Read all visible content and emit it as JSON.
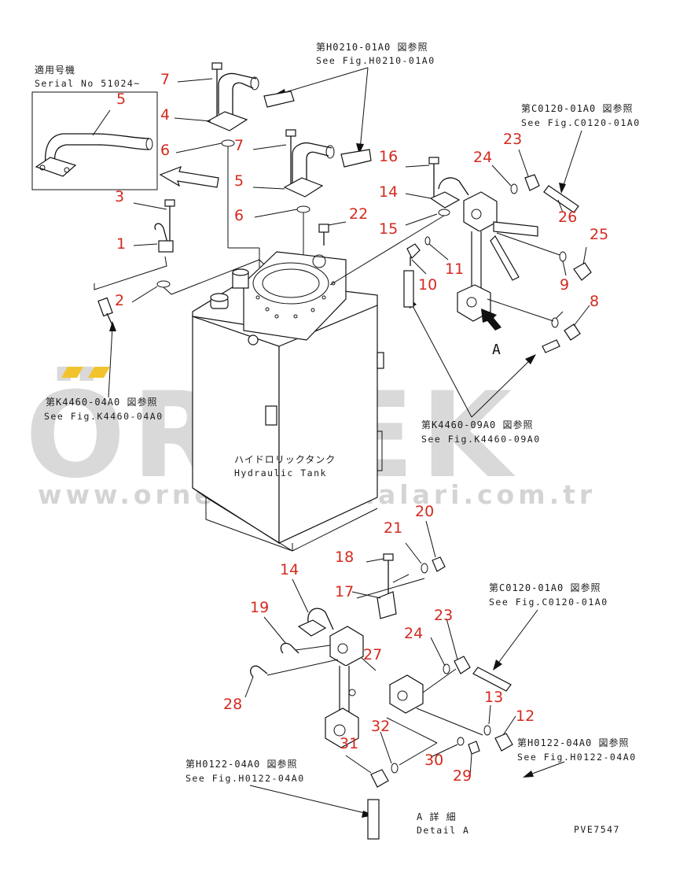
{
  "watermark": {
    "brand": "ÖRNEK",
    "url": "www.ornekismakinalari.com.tr",
    "dots_color": "#f3c32e"
  },
  "inset": {
    "jp": "適用号機",
    "serial": "Serial No 51024~"
  },
  "refs": {
    "h0210_jp": "第H0210-01A0 図参照",
    "h0210_en": "See Fig.H0210-01A0",
    "c0120_top_jp": "第C0120-01A0 図参照",
    "c0120_top_en": "See Fig.C0120-01A0",
    "k4460_04_jp": "第K4460-04A0 図参照",
    "k4460_04_en": "See Fig.K4460-04A0",
    "k4460_09_jp": "第K4460-09A0 図参照",
    "k4460_09_en": "See Fig.K4460-09A0",
    "c0120_mid_jp": "第C0120-01A0 図参照",
    "c0120_mid_en": "See Fig.C0120-01A0",
    "h0122_right_jp": "第H0122-04A0 図参照",
    "h0122_right_en": "See Fig.H0122-04A0",
    "h0122_left_jp": "第H0122-04A0 図参照",
    "h0122_left_en": "See Fig.H0122-04A0"
  },
  "tank": {
    "label_jp": "ハイドロリックタンク",
    "label_en": "Hydraulic Tank"
  },
  "view_a": {
    "arrow_label": "A"
  },
  "detail": {
    "jp": "A 詳 細",
    "en": "Detail A"
  },
  "drawing_number": "PVE7547",
  "callouts": {
    "n7a": "7",
    "n4": "4",
    "n6a": "6",
    "n5inset": "5",
    "n3": "3",
    "n1": "1",
    "n2": "2",
    "n7b": "7",
    "n5b": "5",
    "n6b": "6",
    "n22": "22",
    "n16": "16",
    "n14a": "14",
    "n15": "15",
    "n24a": "24",
    "n23a": "23",
    "n26": "26",
    "n25": "25",
    "n10": "10",
    "n11": "11",
    "n9": "9",
    "n8": "8",
    "n21": "21",
    "n20": "20",
    "n18": "18",
    "n14b": "14",
    "n17": "17",
    "n19": "19",
    "n23b": "23",
    "n24b": "24",
    "n27": "27",
    "n28": "28",
    "n13": "13",
    "n12": "12",
    "n32": "32",
    "n31": "31",
    "n30": "30",
    "n29": "29"
  }
}
